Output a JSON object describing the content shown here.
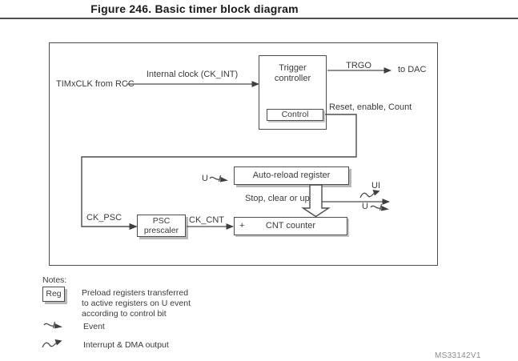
{
  "figure": {
    "title": "Figure 246. Basic timer block diagram",
    "watermark": "MS33142V1"
  },
  "diagram": {
    "timxclk_label": "TIMxCLK from RCC",
    "internal_clock_label": "Internal clock (CK_INT)",
    "trigger_controller_line1": "Trigger",
    "trigger_controller_line2": "controller",
    "control_label": "Control",
    "trgo_label": "TRGO",
    "to_dac_label": "to DAC",
    "reset_enable_count_label": "Reset, enable, Count",
    "autoreload_label": "Auto-reload register",
    "u_event_left": "U",
    "stop_clear_up_label": "Stop, clear or up",
    "ui_label": "UI",
    "u_event_right": "U",
    "ck_psc_label": "CK_PSC",
    "psc_line1": "PSC",
    "psc_line2": "prescaler",
    "ck_cnt_label": "CK_CNT",
    "cnt_plus": "+",
    "cnt_label": "CNT counter"
  },
  "notes": {
    "heading": "Notes:",
    "reg_box_label": "Reg",
    "note_line1": "Preload registers transferred",
    "note_line2": "to active registers on U event",
    "note_line3": "according to control bit",
    "event_label": "Event",
    "interrupt_label": "Interrupt & DMA output"
  },
  "colors": {
    "line": "#4d4d4d",
    "text": "#3a3a3a",
    "box_shadow": "#b8b8b8",
    "watermark": "#8c8c8c"
  }
}
